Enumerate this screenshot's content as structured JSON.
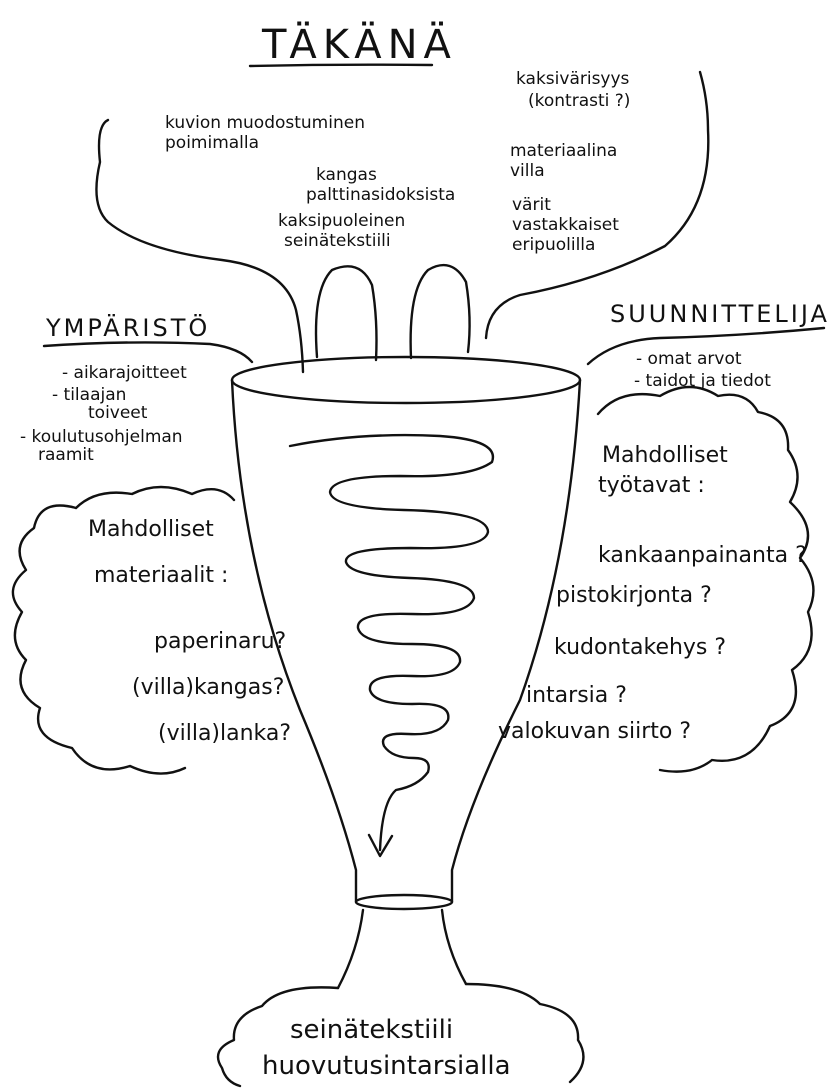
{
  "title": "TÄKÄNÄ",
  "top_left_cloud": {
    "item1": [
      "kuvion muodostuminen",
      "poimimalla"
    ],
    "item2": [
      "kangas",
      "palttinasidoksista"
    ],
    "item3": [
      "kaksipuoleinen",
      "seinätekstiili"
    ]
  },
  "top_right_cloud": {
    "item1": [
      "kaksivärisyys",
      "(kontrasti ?)"
    ],
    "item2": [
      "materiaalina",
      "villa"
    ],
    "item3": [
      "värit",
      "vastakkaiset",
      "eripuolilla"
    ]
  },
  "environment": {
    "heading": "YMPÄRISTÖ",
    "items": [
      "- aikarajoitteet",
      "- tilaajan",
      "toiveet",
      "- koulutusohjelman",
      "raamit"
    ]
  },
  "designer": {
    "heading": "SUUNNITTELIJA",
    "items": [
      "- omat arvot",
      "- taidot ja tiedot"
    ]
  },
  "materials_cloud": {
    "heading": [
      "Mahdolliset",
      "materiaalit :"
    ],
    "items": [
      "paperinaru?",
      "(villa)kangas?",
      "(villa)lanka?"
    ]
  },
  "techniques_cloud": {
    "heading": [
      "Mahdolliset",
      "työtavat :"
    ],
    "items": [
      "kankaanpainanta ?",
      "pistokirjonta ?",
      "kudontakehys ?",
      "intarsia ?",
      "valokuvan siirto ?"
    ]
  },
  "result": [
    "seinätekstiili",
    "huovutusintarsialla"
  ]
}
